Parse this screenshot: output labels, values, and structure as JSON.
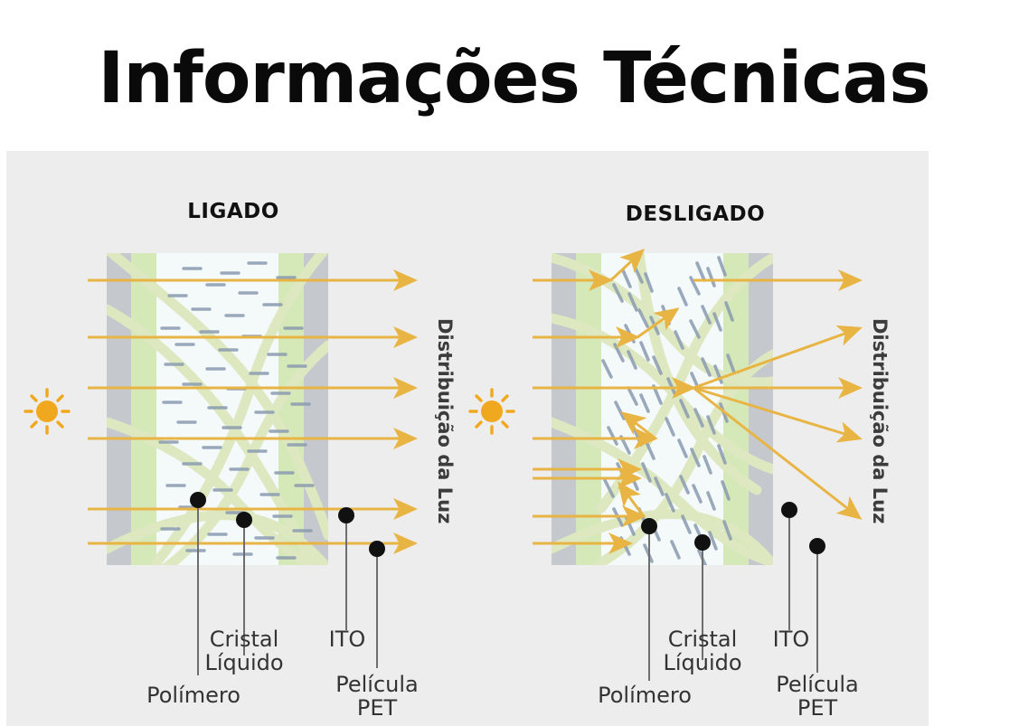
{
  "title": "Informações Técnicas",
  "panels": [
    {
      "id": "ligado",
      "heading": "LIGADO",
      "axis_label": "Distribuição da Luz",
      "sun_icon": "sun-icon",
      "state": "on",
      "callouts": [
        {
          "key": "polimero",
          "label": "Polímero"
        },
        {
          "key": "cristal",
          "label": "Cristal\nLíquido"
        },
        {
          "key": "ito",
          "label": "ITO"
        },
        {
          "key": "pelicula_pet",
          "label": "Película\nPET"
        }
      ]
    },
    {
      "id": "desligado",
      "heading": "DESLIGADO",
      "axis_label": "Distribuição da Luz",
      "sun_icon": "sun-icon",
      "state": "off",
      "callouts": [
        {
          "key": "polimero",
          "label": "Polímero"
        },
        {
          "key": "cristal",
          "label": "Cristal\nLíquido"
        },
        {
          "key": "ito",
          "label": "ITO"
        },
        {
          "key": "pelicula_pet",
          "label": "Película\nPET"
        }
      ]
    }
  ],
  "colors": {
    "background": "#ffffff",
    "panel_bg": "#ededed",
    "pet_film": "#c5c8cc",
    "ito_layer": "#d5e8b8",
    "core": "#f4f9fa",
    "polymer": "#dde8c0",
    "crystal": "#8a9bb0",
    "ray": "#e8b545",
    "sun": "#f0a81e",
    "callout_dot": "#111111",
    "text": "#333333"
  }
}
